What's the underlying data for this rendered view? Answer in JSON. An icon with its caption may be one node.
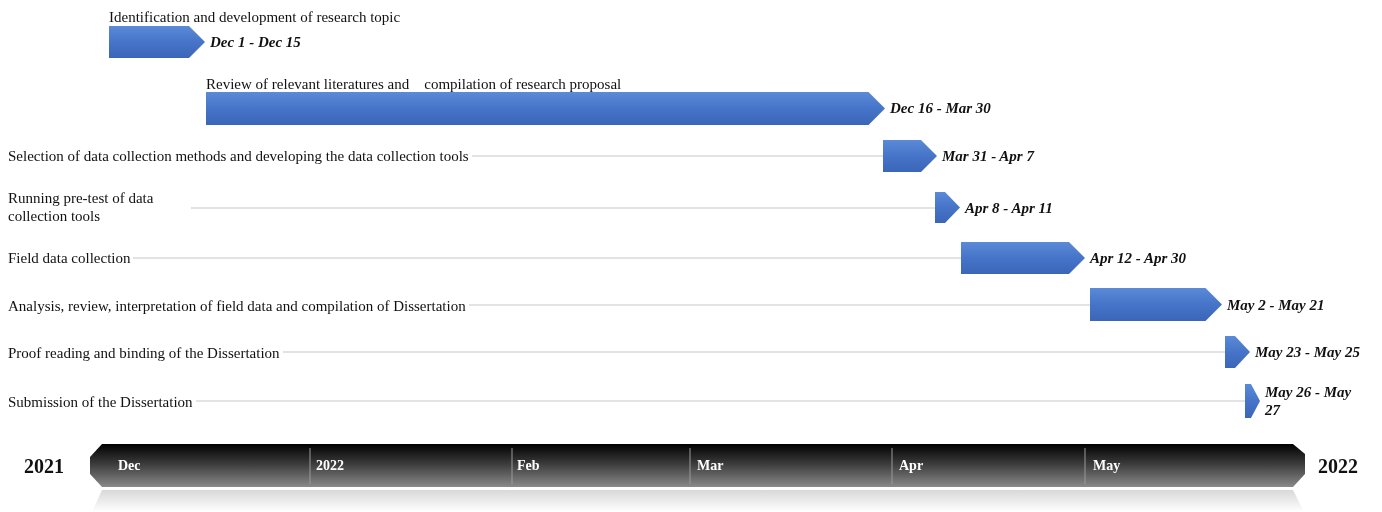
{
  "diagram": {
    "nodes": [
      {
        "text": [
          "Identification and development of research topic"
        ]
      },
      {
        "text": [],
        "shape": "bar",
        "beside": [
          "Dec 1 - Dec 15"
        ]
      },
      {
        "text": [
          "Review of relevant literatures and    compilation of research proposal"
        ]
      },
      {
        "text": [],
        "shape": "bar",
        "beside": [
          "Dec 16 - Mar 30"
        ]
      },
      {
        "text": [
          "Selection of data collection methods and developing the data collection tools"
        ]
      },
      {
        "text": [],
        "shape": "bar",
        "beside": [
          "Mar 31 - Apr 7"
        ]
      },
      {
        "text": [
          "Running pre-test of data collection tools"
        ]
      },
      {
        "text": [],
        "shape": "bar",
        "beside": [
          "Apr 8 - Apr 11"
        ]
      },
      {
        "text": [
          "Field data collection"
        ]
      },
      {
        "text": [],
        "shape": "bar",
        "beside": [
          "Apr 12 - Apr 30"
        ]
      },
      {
        "text": [
          "Analysis, review, interpretation of field data and compilation of Dissertation"
        ]
      },
      {
        "text": [],
        "shape": "bar",
        "beside": [
          "May 2 - May 21"
        ]
      },
      {
        "text": [
          "Proof reading and binding of the Dissertation"
        ]
      },
      {
        "text": [],
        "shape": "bar",
        "beside": [
          "May 23 - May 25"
        ]
      },
      {
        "text": [
          "Submission of the Dissertation"
        ]
      },
      {
        "text": [],
        "shape": "bar",
        "beside": [
          "May 26 - May 27"
        ]
      }
    ],
    "edges": [
      {
        "from": 4,
        "to": 5,
        "arrow": "none"
      },
      {
        "from": 6,
        "to": 7,
        "arrow": "none"
      },
      {
        "from": 8,
        "to": 9,
        "arrow": "none"
      },
      {
        "from": 10,
        "to": 11,
        "arrow": "none"
      },
      {
        "from": 12,
        "to": 13,
        "arrow": "none"
      },
      {
        "from": 14,
        "to": 15,
        "arrow": "none"
      }
    ],
    "labels": [
      "2021",
      "Dec",
      "2022",
      "Feb",
      "Mar",
      "Apr",
      "May",
      "2022"
    ]
  }
}
